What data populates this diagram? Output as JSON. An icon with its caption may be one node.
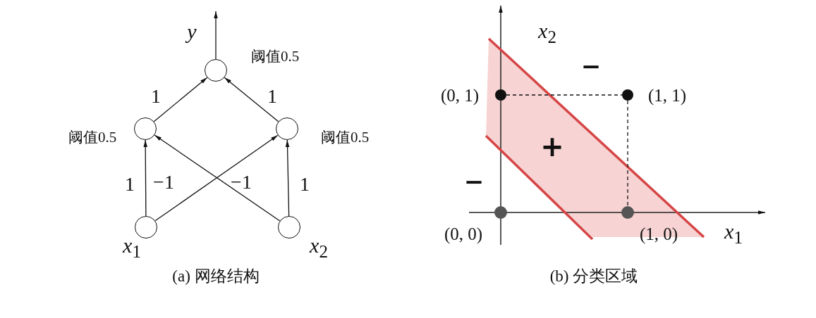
{
  "diagram": {
    "nodes": [
      {
        "text": [],
        "shape": "circle",
        "beside": [
          "阈值0.5"
        ]
      },
      {
        "text": [],
        "shape": "circle",
        "beside": [
          "阈值0.5"
        ]
      },
      {
        "text": [],
        "shape": "circle",
        "beside": [
          "阈值0.5"
        ]
      },
      {
        "text": [],
        "shape": "circle",
        "beside": [
          "*x*$_{1}$"
        ]
      },
      {
        "text": [],
        "shape": "circle",
        "beside": [
          "*x*$_{2}$"
        ]
      },
      {
        "text": [],
        "shape": "circle",
        "beside": [
          "(0, 1)"
        ]
      },
      {
        "text": [],
        "shape": "circle",
        "beside": [
          "(1, 1)"
        ]
      },
      {
        "text": [],
        "shape": "circle",
        "beside": [
          "(0, 0)"
        ]
      },
      {
        "text": [],
        "shape": "circle",
        "beside": [
          "(1, 0)"
        ]
      }
    ],
    "edges": [
      {
        "from": 0,
        "to": null,
        "arrow": "to",
        "label": "*y*"
      },
      {
        "from": 1,
        "to": 0,
        "arrow": "to",
        "label": "1"
      },
      {
        "from": 2,
        "to": 0,
        "arrow": "to",
        "label": "1"
      },
      {
        "from": 3,
        "to": 1,
        "arrow": "to",
        "label": "1"
      },
      {
        "from": 3,
        "to": 2,
        "arrow": "to",
        "label": "−1"
      },
      {
        "from": 4,
        "to": 1,
        "arrow": "to",
        "label": "−1"
      },
      {
        "from": 4,
        "to": 2,
        "arrow": "to",
        "label": "1"
      },
      {
        "from": 5,
        "to": 6,
        "arrow": "none",
        "style": "dashed"
      },
      {
        "from": 6,
        "to": 8,
        "arrow": "none",
        "style": "dashed"
      }
    ],
    "labels": [
      "*x*$_{2}$",
      "−",
      "+",
      "−",
      "*x*$_{1}$",
      "(a) 网络结构",
      "(b) 分类区域"
    ]
  }
}
